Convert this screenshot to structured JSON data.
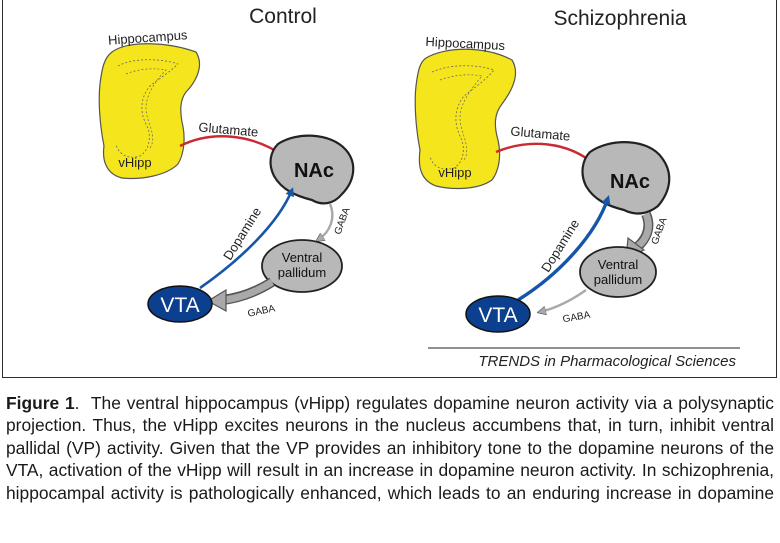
{
  "figure": {
    "panels": [
      {
        "title": "Control",
        "hippocampus": "Hippocampus",
        "vhipp": "vHipp",
        "glutamate": "Glutamate",
        "nac": "NAc",
        "dopamine": "Dopamine",
        "gaba_nac_vp": "GABA",
        "vp_line1": "Ventral",
        "vp_line2": "pallidum",
        "gaba_vp_vta": "GABA",
        "vta": "VTA"
      },
      {
        "title": "Schizophrenia",
        "hippocampus": "Hippocampus",
        "vhipp": "vHipp",
        "glutamate": "Glutamate",
        "nac": "NAc",
        "dopamine": "Dopamine",
        "gaba_nac_vp": "GABA",
        "vp_line1": "Ventral",
        "vp_line2": "pallidum",
        "gaba_vp_vta": "GABA",
        "vta": "VTA"
      }
    ],
    "source": "TRENDS in Pharmacological Sciences",
    "colors": {
      "hippocampus_fill": "#f5e51c",
      "node_fill": "#b8b8b8",
      "vta_fill": "#0d3f8f",
      "glutamate_arrow": "#cc2a32",
      "dopamine_arrow": "#1556a8",
      "gaba_arrow": "#a9a9a9"
    }
  },
  "caption": {
    "label": "Figure 1",
    "text": "The ventral hippocampus (vHipp) regulates dopamine neuron activity via a polysynaptic projection. Thus, the vHipp excites neurons in the nucleus accumbens that, in turn, inhibit ventral pallidal (VP) activity. Given that the VP provides an inhibitory tone to the dopamine neurons of the VTA, activation of the vHipp will result in an increase in dopamine neuron activity. In schizophrenia, hippocampal activity is pathologically enhanced, which leads to an enduring increase in dopamine"
  }
}
